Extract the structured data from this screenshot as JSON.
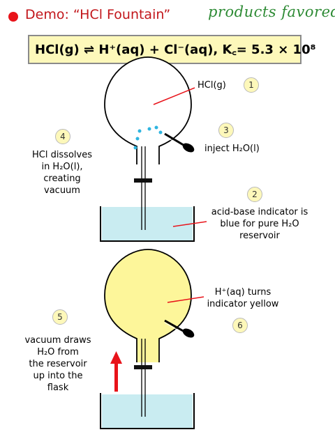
{
  "header": {
    "title": "Demo:  “HCl Fountain”",
    "handwritten_note": "products favored"
  },
  "equation": {
    "text": "HCl(g) ⇌ H⁺(aq) + Cl⁻(aq),   K꜀= 5.3 × 10⁸"
  },
  "top_diagram": {
    "label_hcl_gas": "HCl(g)",
    "step1": "1",
    "step2": "2",
    "step3": "3",
    "step4": "4",
    "inject_label": "inject H₂O(l)",
    "dissolves_label": "HCl dissolves\nin H₂O(l),\ncreating\nvacuum",
    "indicator_label": "acid-base indicator is\nblue for pure H₂O\nreservoir"
  },
  "bottom_diagram": {
    "step5": "5",
    "step6": "6",
    "turns_yellow_label": "H⁺(aq) turns\nindicator yellow",
    "vacuum_draws_label": "vacuum draws\nH₂O from\nthe reservoir\nup into the\nflask"
  },
  "colors": {
    "title_red": "#c2161b",
    "note_green": "#2e8b35",
    "box_yellow": "#fdf8ba",
    "flask_yellow": "#fdf69a",
    "water_blue": "#c9ecf1",
    "drop_blue": "#2fb5e0",
    "pointer_red": "#e8131a"
  }
}
